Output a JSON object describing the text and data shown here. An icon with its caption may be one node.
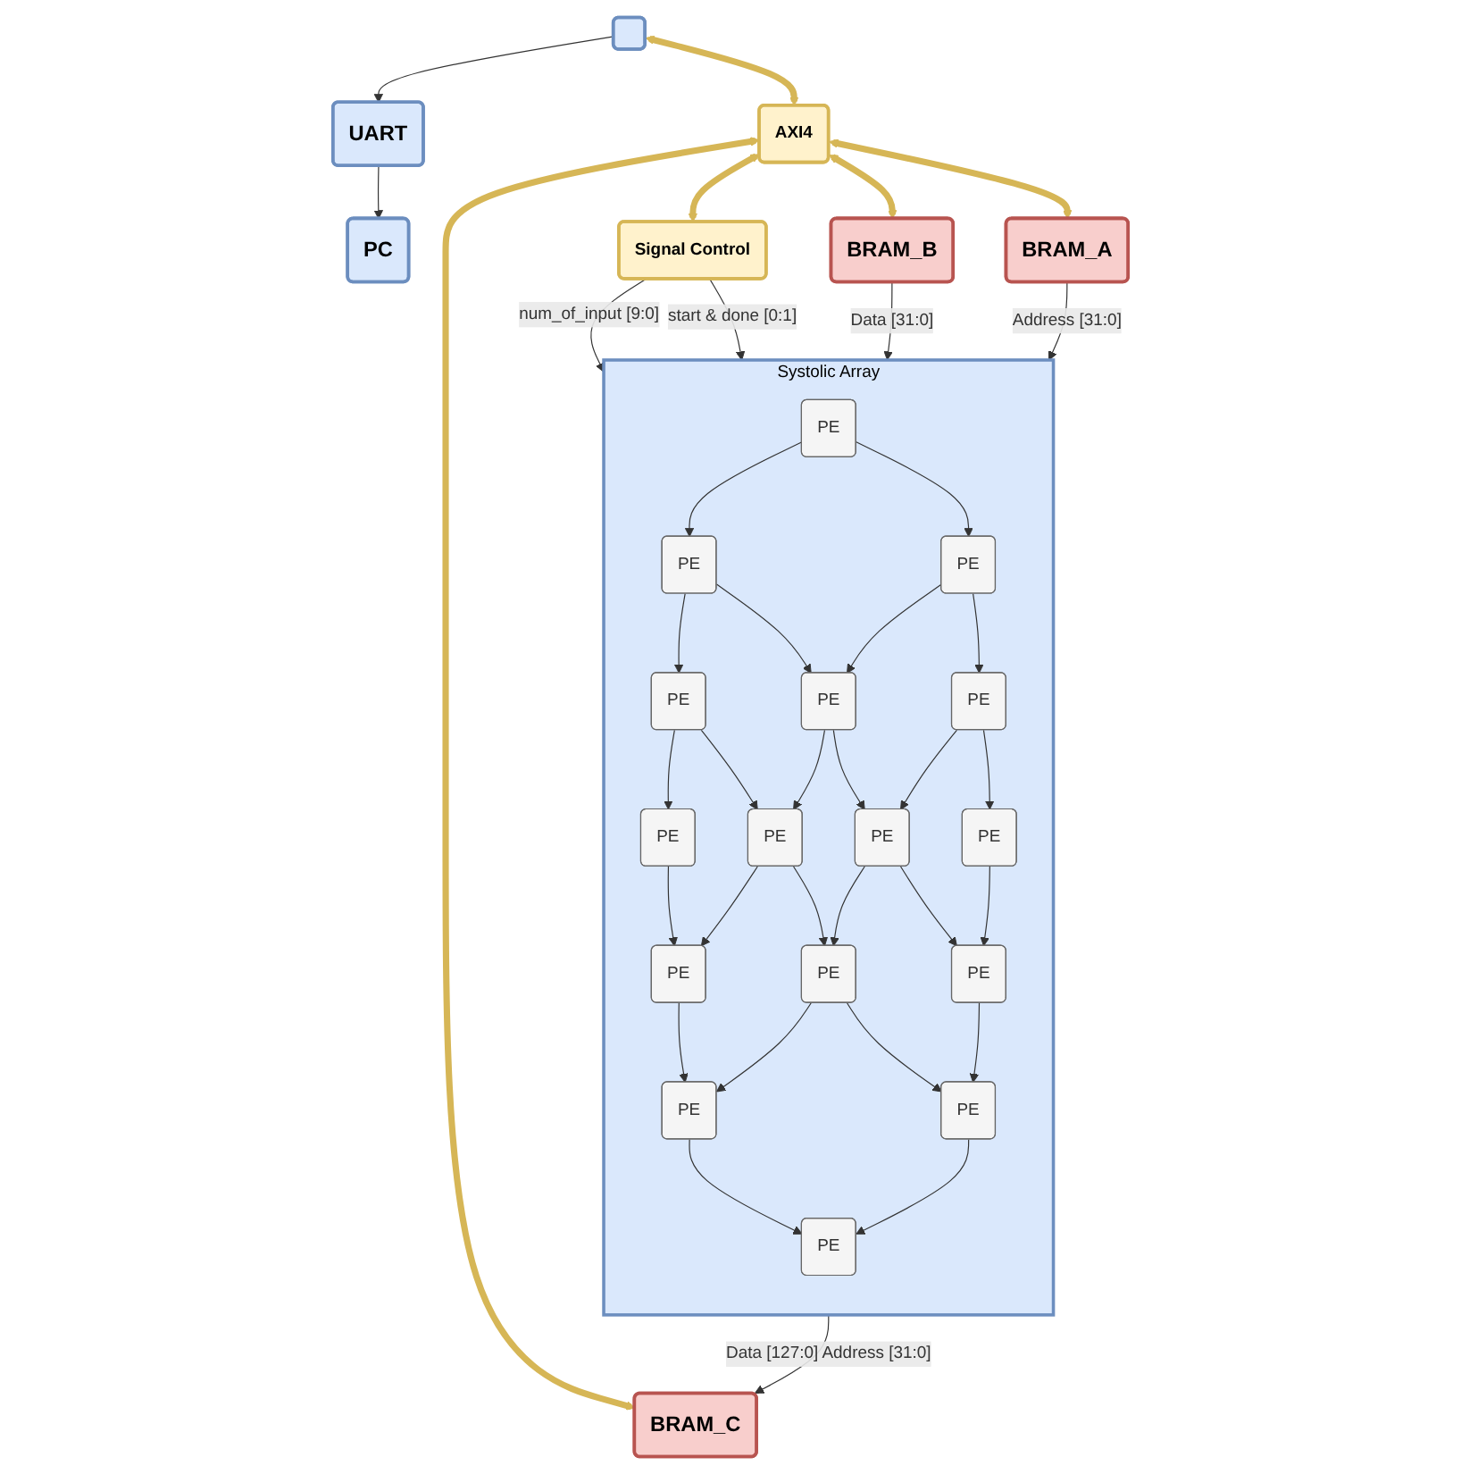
{
  "diagram": {
    "nodes": [
      {
        "text": [],
        "shape": "box"
      },
      {
        "text": [
          "UART"
        ]
      },
      {
        "text": [
          "PC"
        ]
      },
      {
        "text": [
          "AXI4"
        ]
      },
      {
        "text": [
          "BRAM_A"
        ]
      },
      {
        "text": [
          "BRAM_B"
        ]
      },
      {
        "text": [
          "Signal Control"
        ]
      },
      {
        "text": [
          "Systolic Array"
        ]
      },
      {
        "text": [
          "PE"
        ],
        "in": 7
      },
      {
        "text": [
          "PE"
        ],
        "in": 7
      },
      {
        "text": [
          "PE"
        ],
        "in": 7
      },
      {
        "text": [
          "PE"
        ],
        "in": 7
      },
      {
        "text": [
          "PE"
        ],
        "in": 7
      },
      {
        "text": [
          "PE"
        ],
        "in": 7
      },
      {
        "text": [
          "PE"
        ],
        "in": 7
      },
      {
        "text": [
          "PE"
        ],
        "in": 7
      },
      {
        "text": [
          "PE"
        ],
        "in": 7
      },
      {
        "text": [
          "PE"
        ],
        "in": 7
      },
      {
        "text": [
          "PE"
        ],
        "in": 7
      },
      {
        "text": [
          "PE"
        ],
        "in": 7
      },
      {
        "text": [
          "PE"
        ],
        "in": 7
      },
      {
        "text": [
          "PE"
        ],
        "in": 7
      },
      {
        "text": [
          "PE"
        ],
        "in": 7
      },
      {
        "text": [
          "PE"
        ],
        "in": 7
      },
      {
        "text": [
          "BRAM_C"
        ]
      }
    ],
    "edges": [
      {
        "from": 0,
        "to": 3,
        "arrow": "both",
        "style": "thick",
        "color": "#d6b656"
      },
      {
        "from": 0,
        "to": 1,
        "arrow": "to"
      },
      {
        "from": 1,
        "to": 2,
        "arrow": "to"
      },
      {
        "from": 3,
        "to": 4,
        "arrow": "both",
        "style": "thick",
        "color": "#d6b656"
      },
      {
        "from": 3,
        "to": 5,
        "arrow": "both",
        "style": "thick",
        "color": "#d6b656"
      },
      {
        "from": 3,
        "to": 6,
        "arrow": "both",
        "style": "thick",
        "color": "#d6b656"
      },
      {
        "from": 6,
        "to": 7,
        "arrow": "to",
        "label": "num_of_input [9:0]"
      },
      {
        "from": 6,
        "to": 7,
        "arrow": "to",
        "label": "start & done [0:1]"
      },
      {
        "from": 5,
        "to": 7,
        "arrow": "to",
        "label": "Data [31:0]"
      },
      {
        "from": 4,
        "to": 7,
        "arrow": "to",
        "label": "Address [31:0]"
      },
      {
        "from": 8,
        "to": 9,
        "arrow": "to"
      },
      {
        "from": 9,
        "to": 10,
        "arrow": "to"
      },
      {
        "from": 10,
        "to": 11,
        "arrow": "to"
      },
      {
        "from": 12,
        "to": 13,
        "arrow": "to"
      },
      {
        "from": 13,
        "to": 14,
        "arrow": "to"
      },
      {
        "from": 14,
        "to": 15,
        "arrow": "to"
      },
      {
        "from": 16,
        "to": 17,
        "arrow": "to"
      },
      {
        "from": 17,
        "to": 18,
        "arrow": "to"
      },
      {
        "from": 18,
        "to": 19,
        "arrow": "to"
      },
      {
        "from": 20,
        "to": 21,
        "arrow": "to"
      },
      {
        "from": 21,
        "to": 22,
        "arrow": "to"
      },
      {
        "from": 22,
        "to": 23,
        "arrow": "to"
      },
      {
        "from": 8,
        "to": 12,
        "arrow": "to"
      },
      {
        "from": 12,
        "to": 16,
        "arrow": "to"
      },
      {
        "from": 16,
        "to": 20,
        "arrow": "to"
      },
      {
        "from": 9,
        "to": 13,
        "arrow": "to"
      },
      {
        "from": 13,
        "to": 17,
        "arrow": "to"
      },
      {
        "from": 17,
        "to": 21,
        "arrow": "to"
      },
      {
        "from": 10,
        "to": 14,
        "arrow": "to"
      },
      {
        "from": 14,
        "to": 18,
        "arrow": "to"
      },
      {
        "from": 18,
        "to": 22,
        "arrow": "to"
      },
      {
        "from": 11,
        "to": 15,
        "arrow": "to"
      },
      {
        "from": 15,
        "to": 19,
        "arrow": "to"
      },
      {
        "from": 19,
        "to": 23,
        "arrow": "to"
      },
      {
        "from": 7,
        "to": 24,
        "arrow": "to",
        "label": "Data [127:0] Address [31:0]"
      },
      {
        "from": 3,
        "to": 24,
        "arrow": "both",
        "style": "thick",
        "color": "#d6b656"
      }
    ]
  }
}
